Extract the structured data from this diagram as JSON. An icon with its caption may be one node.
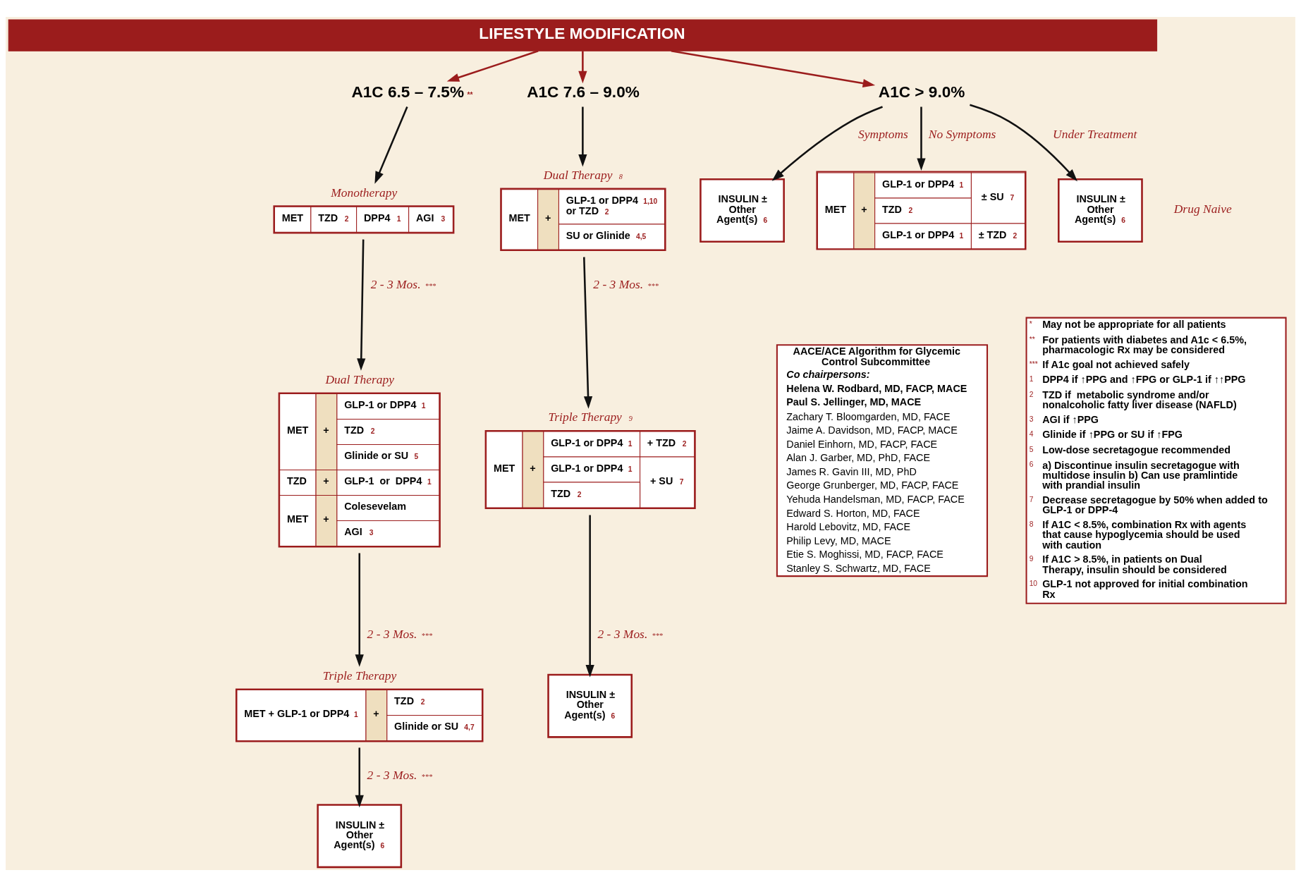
{
  "diagram": {
    "nodes": [
      {
        "text": [
          "LIFESTYLE MODIFICATION"
        ]
      },
      {
        "text": [
          "A1C 6.5 – 7.5%$^{**}$"
        ]
      },
      {
        "text": [
          "Monotherapy",
          "MET",
          "TZD $^{2}$",
          "DPP4 $^{1}$",
          "AGI $^{3}$"
        ]
      },
      {
        "text": [
          "Dual Therapy",
          "MET",
          "+",
          "GLP-1 or DPP4 $^{1}$",
          "TZD $^{2}$",
          "Glinide or SU $^{5}$",
          "TZD",
          "+",
          "GLP-1  or  DPP4 $^{1}$",
          "MET",
          "+",
          "Colesevelam",
          "AGI $^{3}$"
        ]
      },
      {
        "text": [
          "Triple Therapy",
          "MET + GLP-1 or DPP4 $^{1}$",
          "+",
          "TZD $^{2}$",
          "Glinide or SU $^{4,7}$"
        ]
      },
      {
        "text": [
          "INSULIN ± Other Agent(s) $^{6}$"
        ]
      },
      {
        "text": [
          "A1C 7.6 – 9.0%"
        ]
      },
      {
        "text": [
          "Dual Therapy $^{8}$",
          "MET",
          "+",
          "GLP-1 or DPP4 $^{1,10}$ or TZD $^{2}$",
          "SU or Glinide $^{4,5}$"
        ]
      },
      {
        "text": [
          "Triple Therapy $^{9}$",
          "MET",
          "+",
          "GLP-1 or DPP4 $^{1}$",
          "+ TZD $^{2}$",
          "GLP-1 or DPP4 $^{1}$",
          "+ SU $^{7}$",
          "TZD $^{2}$"
        ]
      },
      {
        "text": [
          "INSULIN ± Other Agent(s) $^{6}$"
        ]
      },
      {
        "text": [
          "A1C > 9.0%"
        ]
      },
      {
        "text": [
          "INSULIN ± Other Agent(s) $^{6}$"
        ]
      },
      {
        "text": [
          "MET",
          "+",
          "GLP-1 or DPP4 $^{1}$",
          "± SU $^{7}$",
          "TZD $^{2}$",
          "GLP-1 or DPP4 $^{1}$",
          "± TZD $^{2}$"
        ]
      },
      {
        "text": [
          "INSULIN ± Other Agent(s) $^{6}$"
        ]
      },
      {
        "text": [
          "AACE/ACE Algorithm for Glycemic Control Subcommittee",
          "Co chairpersons:",
          "Helena W. Rodbard, MD, FACP, MACE",
          "Paul S. Jellinger, MD, MACE",
          "Zachary T. Bloomgarden, MD, FACE",
          "Jaime A. Davidson, MD, FACP, MACE",
          "Daniel Einhorn, MD, FACP, FACE",
          "Alan J. Garber, MD, PhD, FACE",
          "James R. Gavin III, MD, PhD",
          "George Grunberger, MD, FACP, FACE",
          "Yehuda Handelsman, MD, FACP, FACE",
          "Edward S. Horton, MD, FACE",
          "Harold Lebovitz, MD, FACE",
          "Philip Levy, MD, MACE",
          "Etie S. Moghissi, MD, FACP, FACE",
          "Stanley S. Schwartz, MD, FACE"
        ]
      },
      {
        "text": [
          "*",
          "May not be appropriate for all patients",
          "**",
          "For patients with diabetes and A1c < 6.5%, pharmacologic Rx may be considered",
          "***",
          "If A1c goal not achieved safely",
          "1",
          "DPP4 if ↑PPG and ↑FPG or GLP-1 if ↑↑PPG",
          "2",
          "TZD if  metabolic syndrome and/or nonalcoholic fatty liver disease (NAFLD)",
          "3",
          "AGI if ↑PPG",
          "4",
          "Glinide if ↑PPG or SU if ↑FPG",
          "5",
          "Low-dose secretagogue recommended",
          "6",
          "a) Discontinue insulin secretagogue with multidose insulin b) Can use pramlintide with prandial insulin",
          "7",
          "Decrease secretagogue by 50% when added to GLP-1 or DPP-4",
          "8",
          "If A1C < 8.5%, combination Rx with agents that cause hypoglycemia should be used with caution",
          "9",
          "If A1C > 8.5%, in patients on Dual Therapy, insulin should be considered",
          "10",
          "GLP-1 not approved for initial combination Rx"
        ]
      }
    ],
    "edges": [
      {
        "from": 0,
        "to": 1,
        "arrow": "to",
        "color": "#9b1c1c"
      },
      {
        "from": 0,
        "to": 6,
        "arrow": "to",
        "color": "#9b1c1c"
      },
      {
        "from": 0,
        "to": 10,
        "arrow": "to",
        "color": "#9b1c1c"
      },
      {
        "from": 1,
        "to": 2,
        "arrow": "to"
      },
      {
        "from": 2,
        "to": 3,
        "arrow": "to",
        "label": "2 - 3 Mos.$^{***}$"
      },
      {
        "from": 3,
        "to": 4,
        "arrow": "to",
        "label": "2 - 3 Mos.$^{***}$"
      },
      {
        "from": 4,
        "to": 5,
        "arrow": "to",
        "label": "2 - 3 Mos.$^{***}$"
      },
      {
        "from": 6,
        "to": 7,
        "arrow": "to"
      },
      {
        "from": 7,
        "to": 8,
        "arrow": "to",
        "label": "2 - 3 Mos.$^{***}$"
      },
      {
        "from": 8,
        "to": 9,
        "arrow": "to",
        "label": "2 - 3 Mos.$^{***}$"
      },
      {
        "from": 10,
        "to": 11,
        "arrow": "to",
        "label": "Symptoms"
      },
      {
        "from": 10,
        "to": 12,
        "arrow": "to",
        "label": "No Symptoms"
      },
      {
        "from": 10,
        "to": 13,
        "arrow": "to",
        "label": "Under Treatment"
      }
    ],
    "labels": [
      "Drug Naive"
    ]
  }
}
